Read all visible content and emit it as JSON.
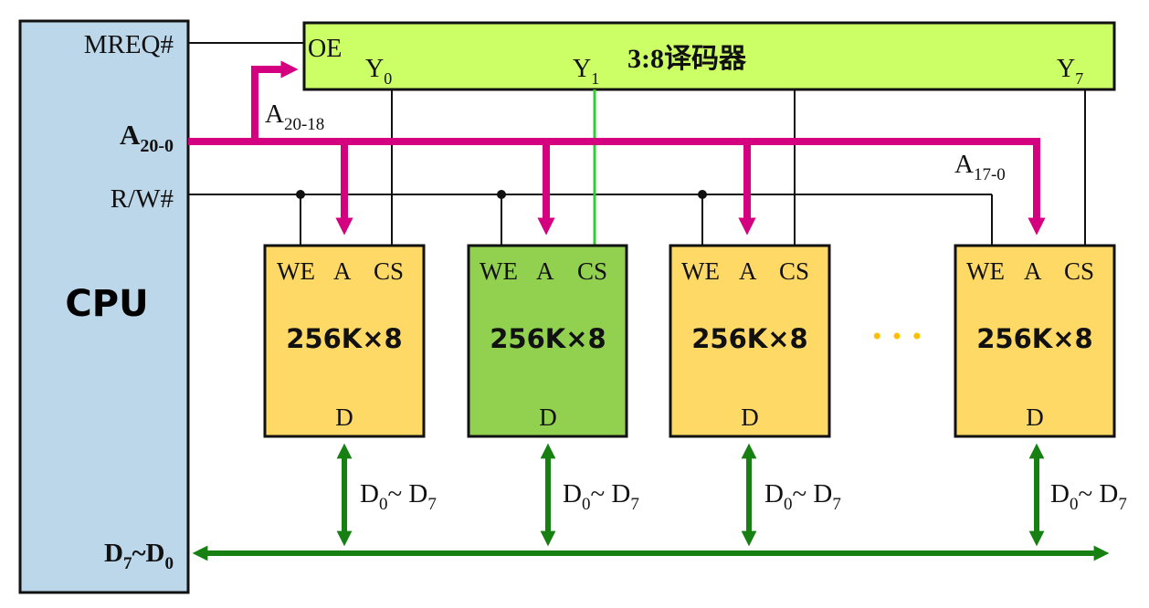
{
  "colors": {
    "cpu_fill": "#bcd7ea",
    "decoder_fill": "#ccff66",
    "chip_fill": "#ffd966",
    "chip_selected_fill": "#92d050",
    "address_bus": "#d4007f",
    "data_bus": "#168012",
    "selected_line": "#33cc33",
    "wire": "#000000",
    "dots": "#ffc000"
  },
  "cpu": {
    "name": "CPU",
    "signals": {
      "mreq": "MREQ#",
      "addr_main": "A",
      "addr_sub": "20-0",
      "rw": "R/W#",
      "data_a": "D",
      "data_a_sub": "7",
      "data_sep": "~",
      "data_b": "D",
      "data_b_sub": "0"
    }
  },
  "decoder": {
    "title": "3:8译码器",
    "oe": "OE",
    "outputs": [
      {
        "main": "Y",
        "sub": "0"
      },
      {
        "main": "Y",
        "sub": "1"
      },
      {
        "main": "Y",
        "sub": "7"
      }
    ]
  },
  "bus_labels": {
    "high_addr": {
      "main": "A",
      "sub": "20-18"
    },
    "low_addr": {
      "main": "A",
      "sub": "17-0"
    }
  },
  "chips": [
    {
      "pins_top": [
        "WE",
        "A",
        "CS"
      ],
      "capacity": "256K×8",
      "pin_bottom": "D",
      "selected": false,
      "data_label": {
        "a": "D",
        "a_sub": "0",
        "sep": "~ ",
        "b": "D",
        "b_sub": "7"
      }
    },
    {
      "pins_top": [
        "WE",
        "A",
        "CS"
      ],
      "capacity": "256K×8",
      "pin_bottom": "D",
      "selected": true,
      "data_label": {
        "a": "D",
        "a_sub": "0",
        "sep": "~ ",
        "b": "D",
        "b_sub": "7"
      }
    },
    {
      "pins_top": [
        "WE",
        "A",
        "CS"
      ],
      "capacity": "256K×8",
      "pin_bottom": "D",
      "selected": false,
      "data_label": {
        "a": "D",
        "a_sub": "0",
        "sep": "~ ",
        "b": "D",
        "b_sub": "7"
      }
    },
    {
      "pins_top": [
        "WE",
        "A",
        "CS"
      ],
      "capacity": "256K×8",
      "pin_bottom": "D",
      "selected": false,
      "data_label": {
        "a": "D",
        "a_sub": "0",
        "sep": "~ ",
        "b": "D",
        "b_sub": "7"
      }
    }
  ],
  "ellipsis": "• • •"
}
